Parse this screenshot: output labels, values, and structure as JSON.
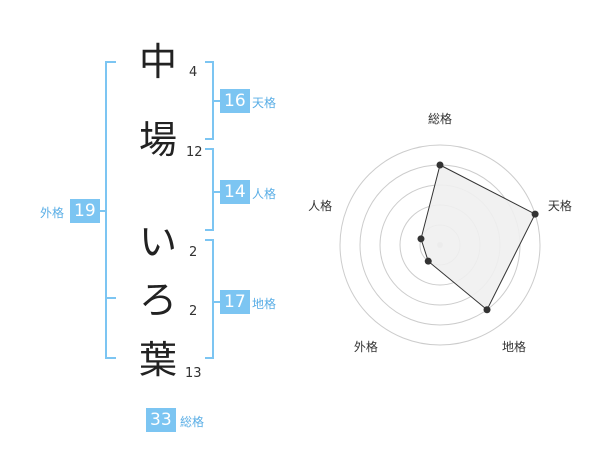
{
  "name_chars": [
    {
      "char": "中",
      "strokes": "4"
    },
    {
      "char": "場",
      "strokes": "12"
    },
    {
      "char": "い",
      "strokes": "2"
    },
    {
      "char": "ろ",
      "strokes": "2"
    },
    {
      "char": "葉",
      "strokes": "13"
    }
  ],
  "kaku": {
    "tenkaku": {
      "value": "16",
      "label": "天格"
    },
    "jinkaku": {
      "value": "14",
      "label": "人格"
    },
    "chikaku": {
      "value": "17",
      "label": "地格"
    },
    "gaikaku": {
      "value": "19",
      "label": "外格"
    },
    "soukaku": {
      "value": "33",
      "label": "総格"
    }
  },
  "colors": {
    "accent": "#7cc5f2",
    "label": "#5aaee6",
    "radar_fill": "#f0f0f0",
    "radar_line": "#333333",
    "grid": "#cccccc"
  },
  "chart_data": {
    "type": "radar",
    "axes": [
      "総格",
      "天格",
      "地格",
      "外格",
      "人格"
    ],
    "values": [
      4,
      5,
      4,
      1,
      1
    ],
    "max": 5,
    "rings": 5
  }
}
